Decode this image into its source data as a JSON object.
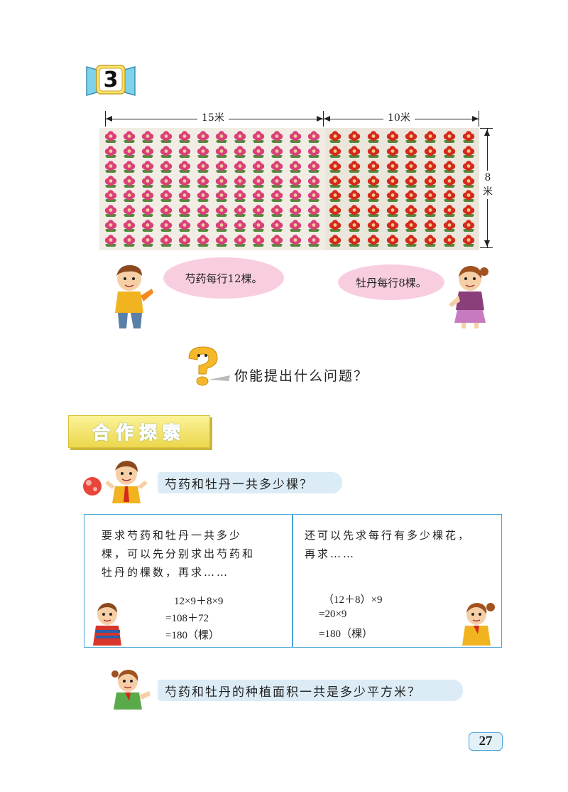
{
  "problem_number": "3",
  "dimensions": {
    "shaoyao_width": "15米",
    "peony_width": "10米",
    "height_num": "8",
    "height_unit": "米"
  },
  "field": {
    "shaoyao_rows": 8,
    "shaoyao_cols": 12,
    "peony_rows": 8,
    "peony_cols": 8,
    "shaoyao_color": "#d9407a",
    "peony_color": "#d42a1c"
  },
  "speech": {
    "boy": "芍药每行12棵。",
    "girl": "牡丹每行8棵。"
  },
  "question": "你能提出什么问题？",
  "section_title": "合作探索",
  "prompt1": "芍药和牡丹一共多少棵？",
  "method_left": {
    "line1": "要求芍药和牡丹一共多少",
    "line2": "棵，可以先分别求出芍药和",
    "line3": "牡丹的棵数，再求……",
    "calc1": "12×9＋8×9",
    "calc2": "=108＋72",
    "calc3": "=180（棵）"
  },
  "method_right": {
    "line1": "还可以先求每行有多少棵花，",
    "line2": "再求……",
    "calc1": "（12＋8）×9",
    "calc2": "=20×9",
    "calc3": "=180（棵）"
  },
  "prompt2": "芍药和牡丹的种植面积一共是多少平方米？",
  "page_number": "27",
  "colors": {
    "accent_blue": "#4aa6d8",
    "bubble_pink": "#f9cde0",
    "prompt_blue": "#dcecf6"
  }
}
